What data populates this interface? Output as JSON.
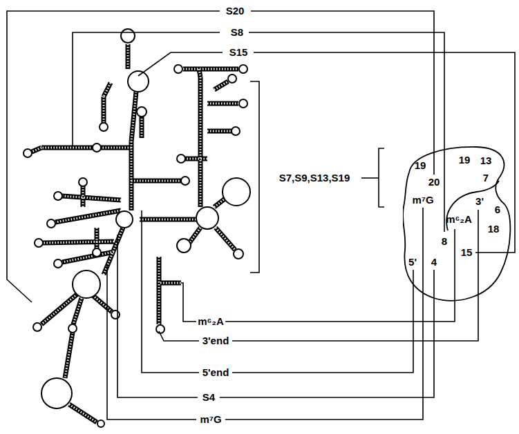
{
  "diagram": {
    "nodes": [
      {
        "text": [
          "19",
          "20",
          "19",
          "13",
          "7",
          "m⁷G",
          "m⁶₂A",
          "3'",
          "6",
          "18",
          "8",
          "15",
          "5'",
          "4"
        ]
      }
    ],
    "labels": [
      "S20",
      "S8",
      "S15",
      "S7,S9,S13,S19",
      "m⁶₂A",
      "3'end",
      "5'end",
      "S4",
      "m⁷G"
    ]
  }
}
